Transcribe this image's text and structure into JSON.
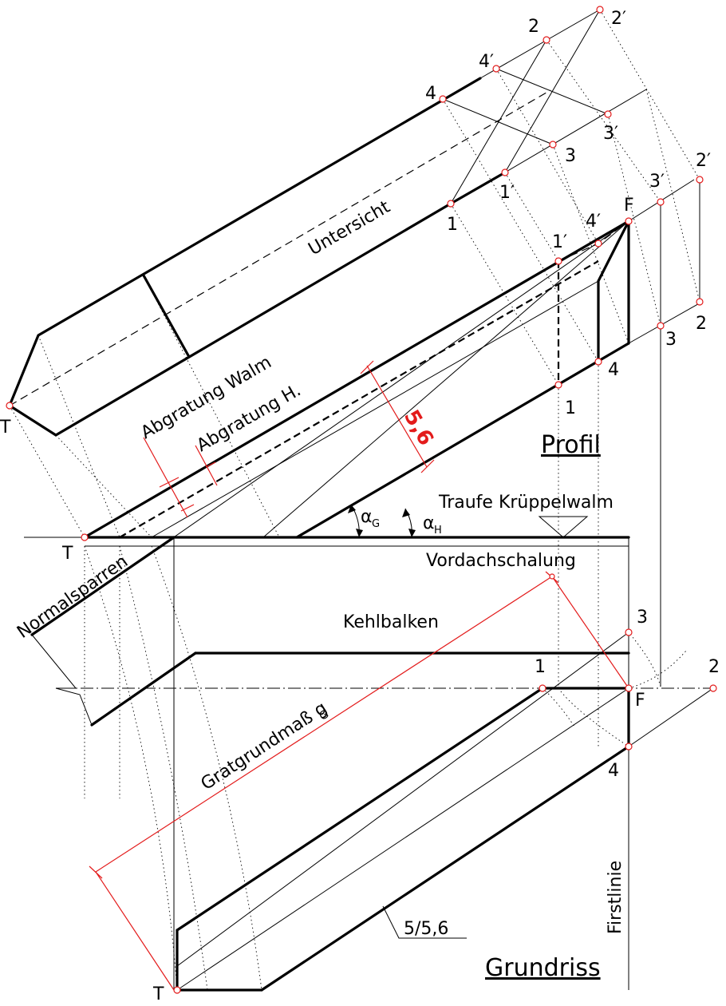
{
  "labels": {
    "untersicht": "Untersicht",
    "abgratung_walm": "Abgratung Walm",
    "abgratung_h": "Abgratung H.",
    "profil": "Profil",
    "grundriss": "Grundriss",
    "traufe": "Traufe Krüppelwalm",
    "vordach": "Vordachschalung",
    "kehlbalken": "Kehlbalken",
    "normalsparren": "Normalsparren",
    "gratgrundmass": "Gratgrundmaß g",
    "gratgrundmass_sub": "G",
    "firstlinie": "Firstlinie",
    "section": "5/5,6",
    "dim_56": "5,6",
    "alpha": "α",
    "alpha_g_sub": "G",
    "alpha_h_sub": "H"
  },
  "points": {
    "T": "T",
    "F": "F",
    "p1": "1",
    "p2": "2",
    "p3": "3",
    "p4": "4",
    "p1p": "1′",
    "p2p": "2′",
    "p3p": "3′",
    "p4p": "4′"
  },
  "colors": {
    "line": "#000000",
    "dimension": "#e31b1b"
  }
}
